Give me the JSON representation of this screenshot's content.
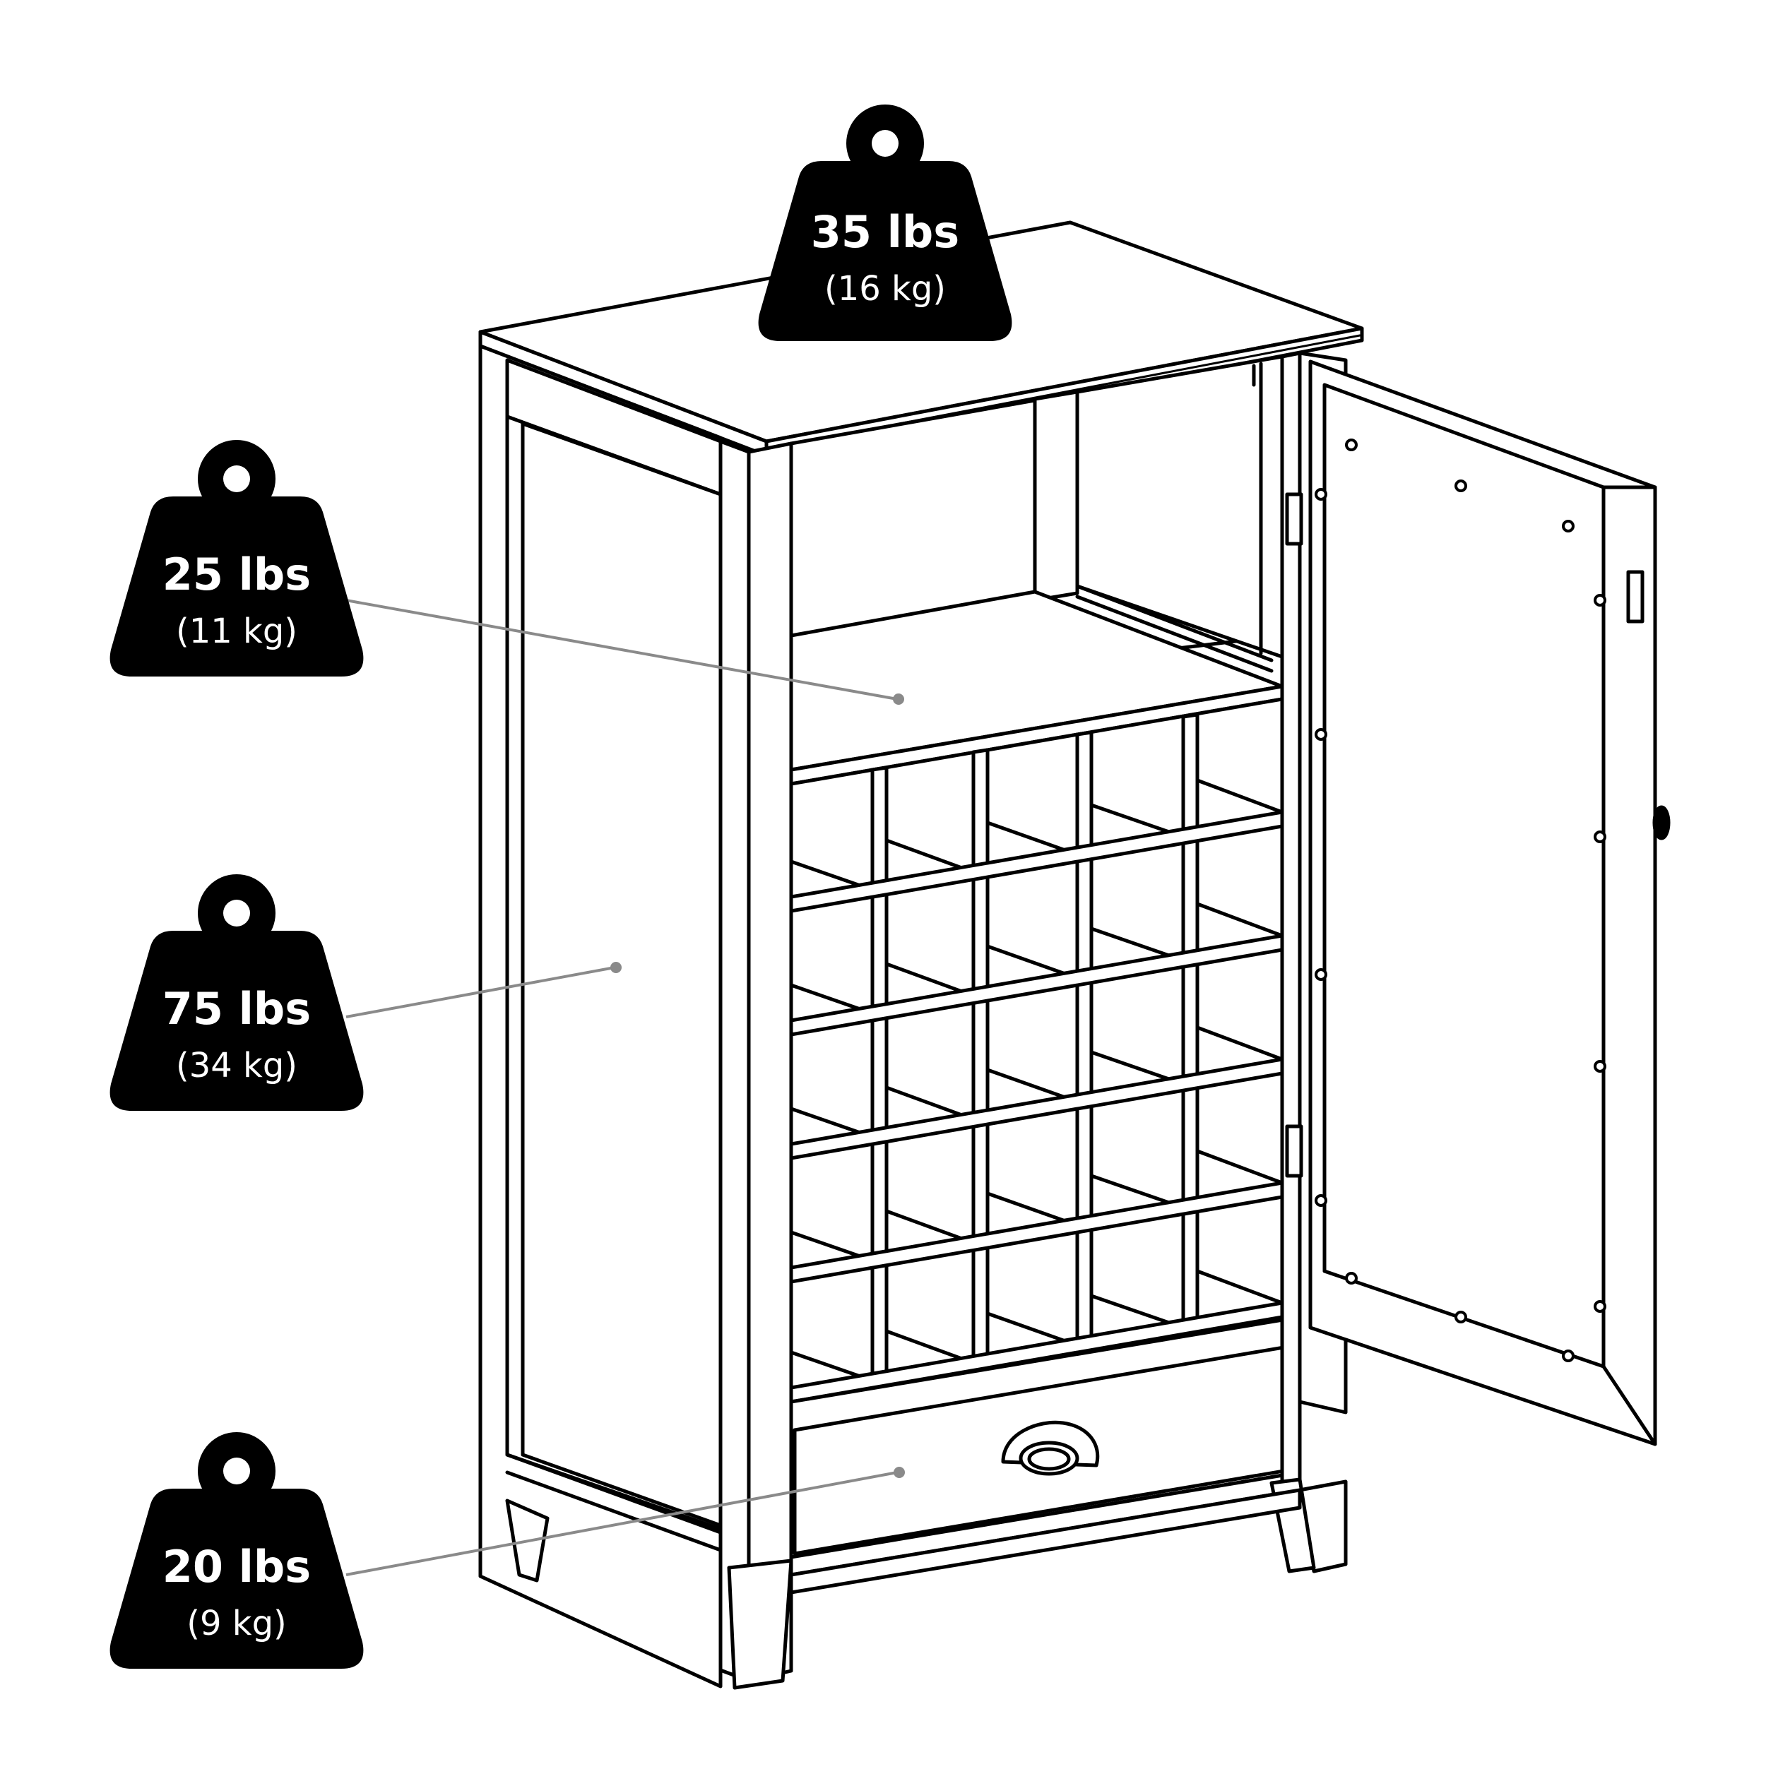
{
  "colors": {
    "weight_fill": "#000000",
    "weight_text": "#ffffff",
    "leader_line": "#8a8a8a",
    "outline": "#000000",
    "background": "#ffffff"
  },
  "icon": "kettlebell-weight-icon",
  "weights": [
    {
      "id": "top",
      "label": "35 lbs",
      "metric": "(16 kg)"
    },
    {
      "id": "shelf",
      "label": "25 lbs",
      "metric": "(11 kg)"
    },
    {
      "id": "side",
      "label": "75 lbs",
      "metric": "(34 kg)"
    },
    {
      "id": "drawer",
      "label": "20 lbs",
      "metric": "(9 kg)"
    }
  ]
}
